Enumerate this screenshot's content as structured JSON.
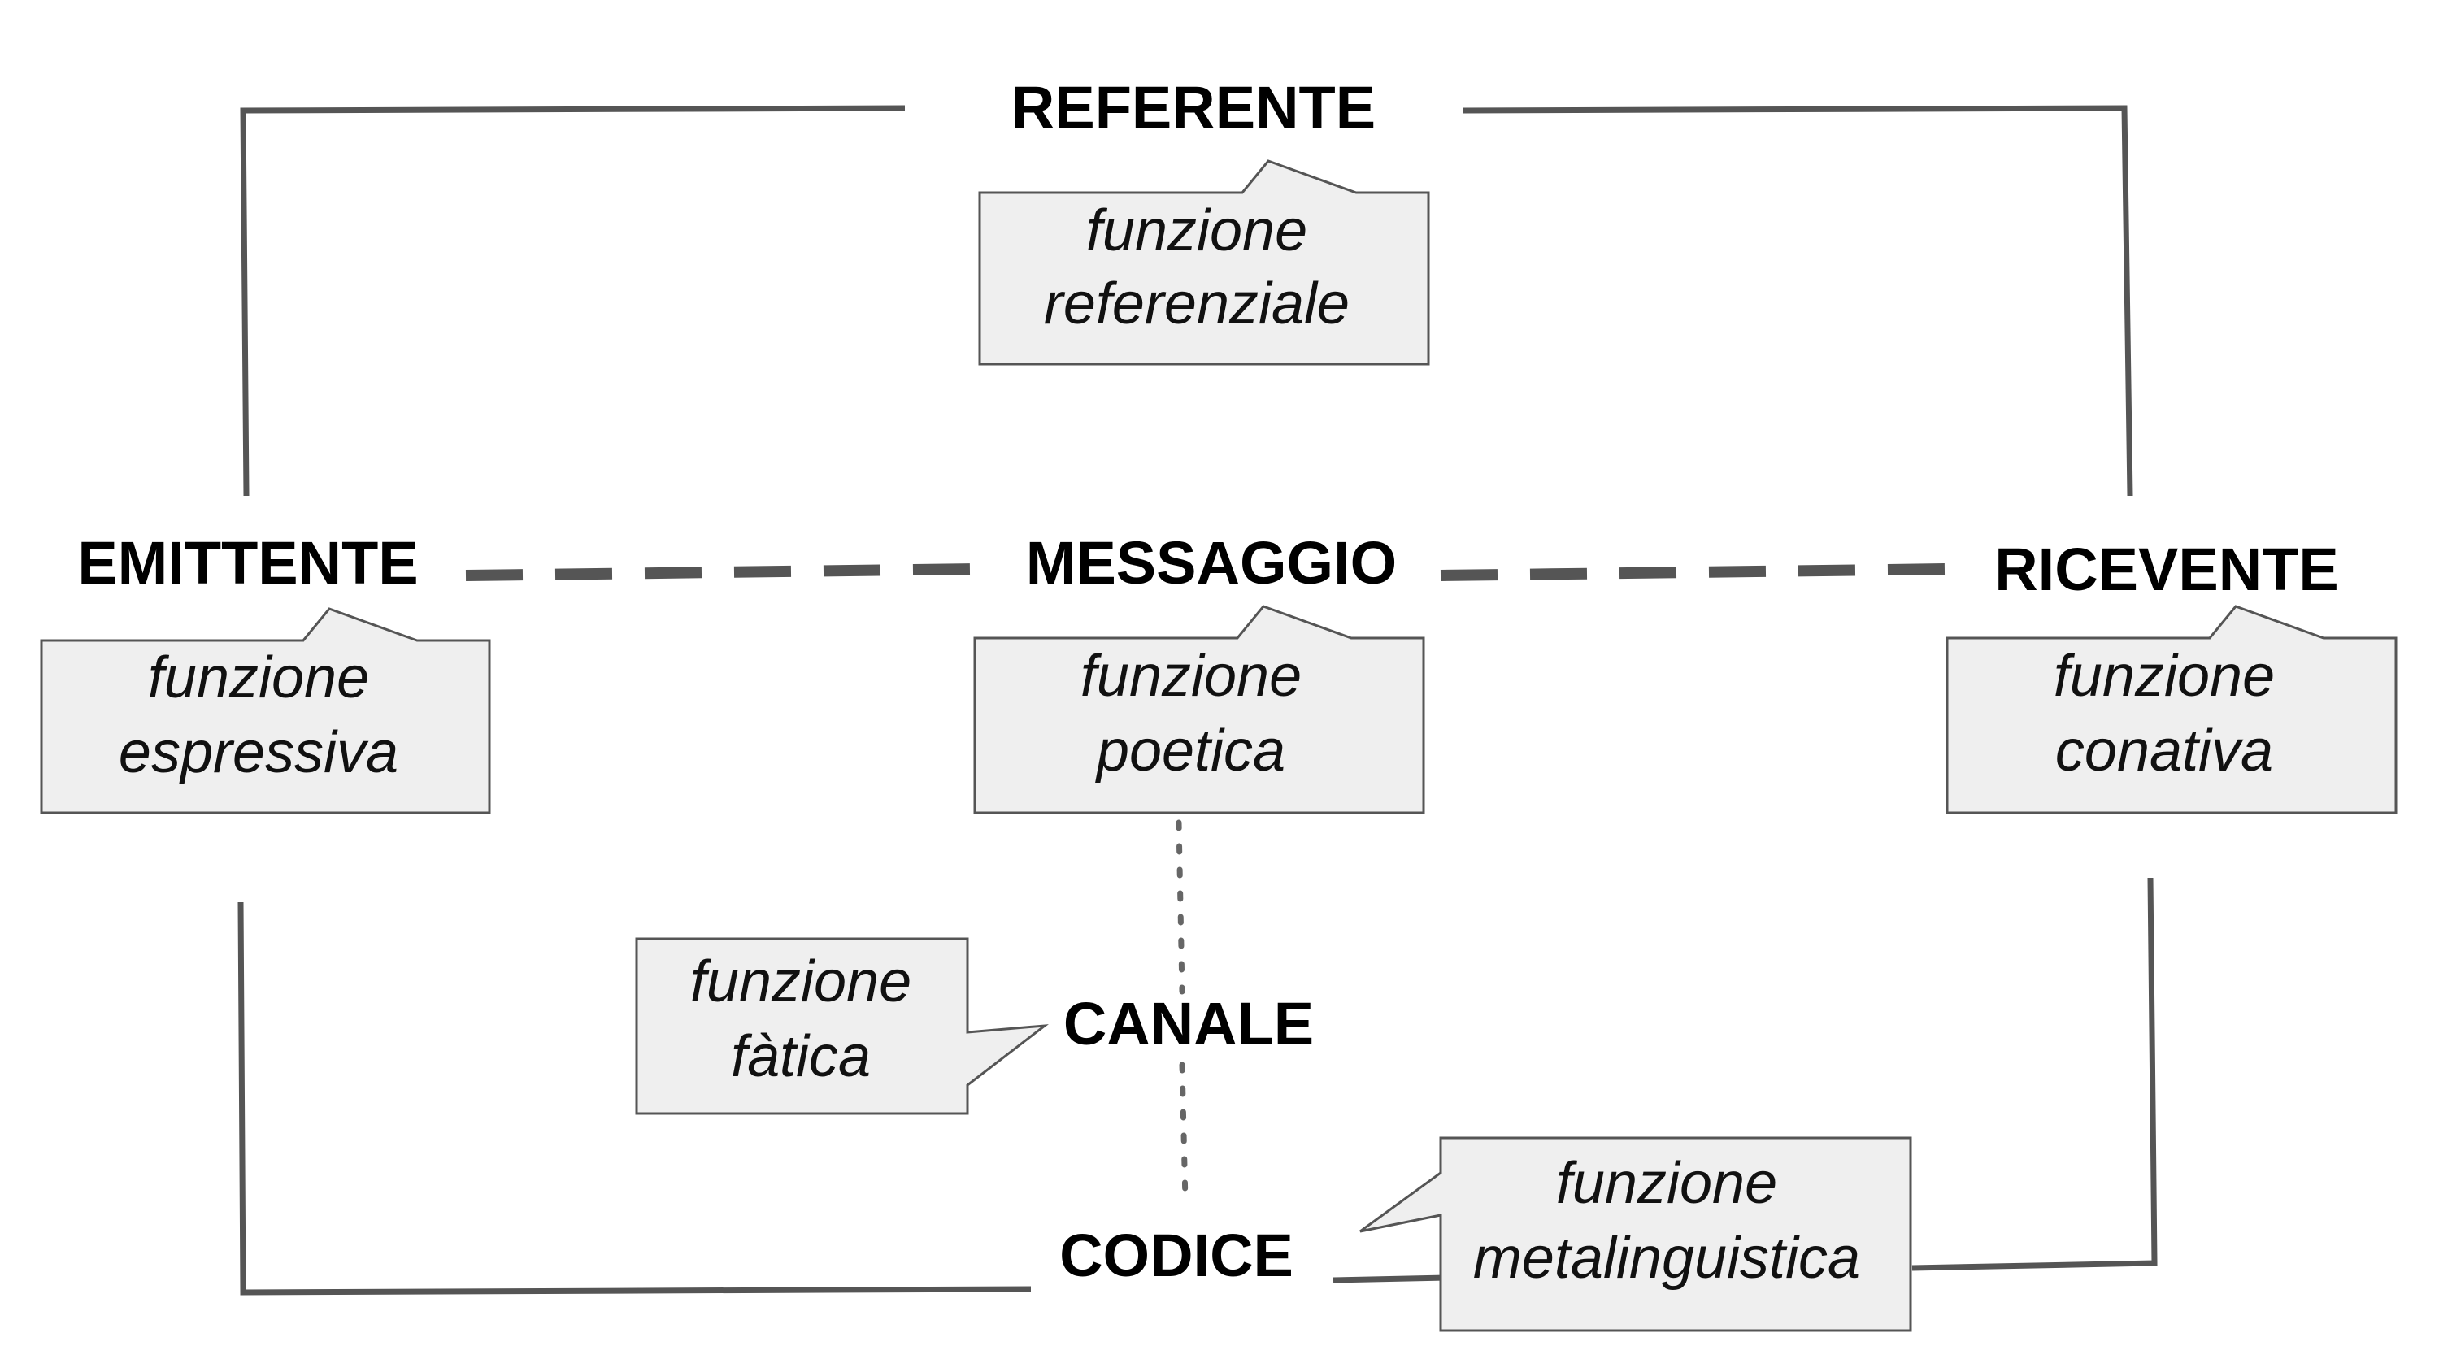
{
  "nodes": {
    "referente": "REFERENTE",
    "emittente": "EMITTENTE",
    "messaggio": "MESSAGGIO",
    "ricevente": "RICEVENTE",
    "canale": "CANALE",
    "codice": "CODICE"
  },
  "callouts": {
    "referenziale": {
      "line1": "funzione",
      "line2": "referenziale"
    },
    "espressiva": {
      "line1": "funzione",
      "line2": "espressiva"
    },
    "poetica": {
      "line1": "funzione",
      "line2": "poetica"
    },
    "conativa": {
      "line1": "funzione",
      "line2": "conativa"
    },
    "fatica": {
      "line1": "funzione",
      "line2": "fàtica"
    },
    "metalinguistica": {
      "line1": "funzione",
      "line2": "metalinguistica"
    }
  },
  "colors": {
    "line": "#555555",
    "callout_fill": "#efefef",
    "text": "#000000"
  }
}
